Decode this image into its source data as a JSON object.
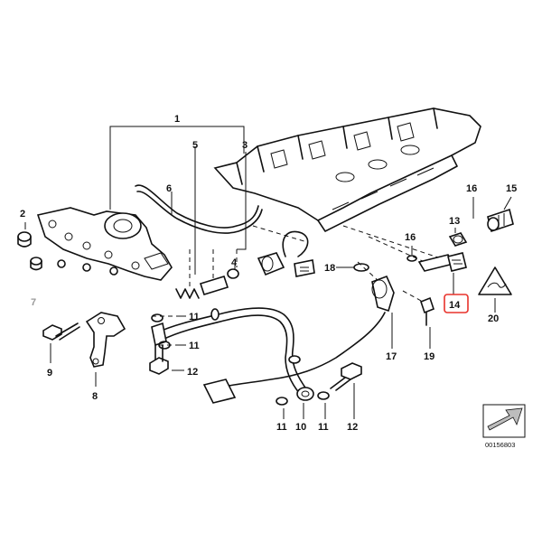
{
  "callouts": {
    "c1": "1",
    "c2": "2",
    "c3": "3",
    "c4": "4",
    "c5": "5",
    "c6": "6",
    "c7": "7",
    "c8": "8",
    "c9": "9",
    "c10": "10",
    "c11a": "11",
    "c11b": "11",
    "c11c": "11",
    "c11d": "11",
    "c12a": "12",
    "c12b": "12",
    "c13": "13",
    "c14": "14",
    "c15": "15",
    "c16a": "16",
    "c16b": "16",
    "c17": "17",
    "c18": "18",
    "c19": "19",
    "c20": "20"
  },
  "highlight_color": "#e8322b",
  "reference_number": "00156803"
}
